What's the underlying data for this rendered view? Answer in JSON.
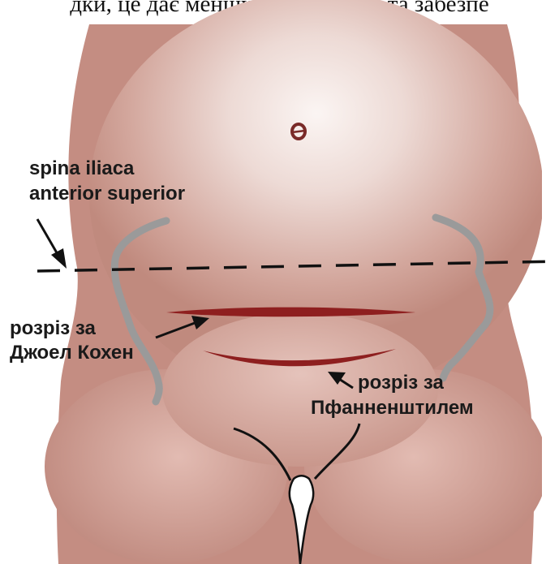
{
  "caption_fragment": "дки, це дає меншу деформацію та забезпе",
  "labels": {
    "spina_line1": "spina iliaca",
    "spina_line2": "anterior superior",
    "joel_line1": "розріз за",
    "joel_line2": "Джоел Кохен",
    "pf_line1": "розріз за",
    "pf_line2": "Пфанненштилем"
  },
  "colors": {
    "skin": "#c9958a",
    "skin_light": "#f6ece9",
    "incision": "#8e1f1f",
    "ilium": "#9a9a9a",
    "outline": "#111111"
  }
}
